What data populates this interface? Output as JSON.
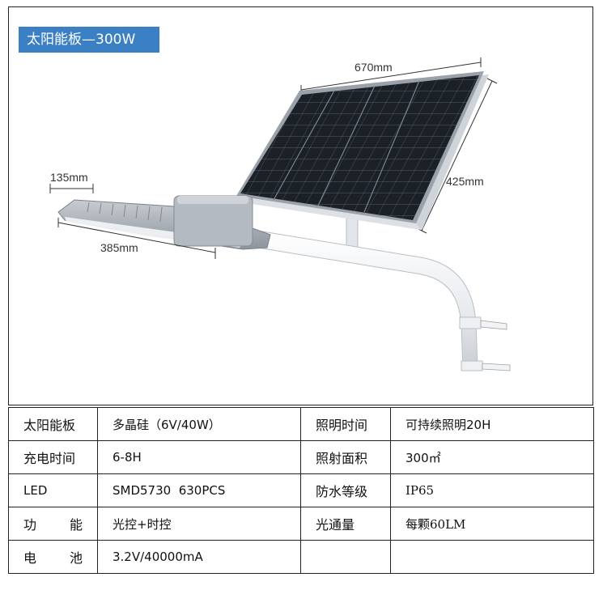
{
  "header": {
    "title": "太阳能板—300W"
  },
  "dimensions": {
    "panel_width": "670mm",
    "panel_height": "425mm",
    "lamp_width": "135mm",
    "lamp_length": "385mm"
  },
  "specs": {
    "rows": [
      {
        "label1": "太阳能板",
        "value1": "多晶硅（6V/40W）",
        "label2": "照明时间",
        "value2": "可持续照明20H"
      },
      {
        "label1": "充电时间",
        "value1": "6-8H",
        "label2": "照射面积",
        "value2": "300㎡"
      },
      {
        "label1": "LED",
        "value1": "SMD5730  630PCS",
        "label2": "防水等级",
        "value2": "IP65"
      },
      {
        "label1a": "功",
        "label1b": "能",
        "value1": "光控+时控",
        "label2": "光通量",
        "value2": "每颗60LM"
      },
      {
        "label1a": "电",
        "label1b": "池",
        "value1": "3.2V/40000mA",
        "label2": "",
        "value2": ""
      }
    ]
  },
  "colors": {
    "badge": "#3b7fc4",
    "panel": "#1b1e24",
    "bracket": "#e9ecef"
  }
}
